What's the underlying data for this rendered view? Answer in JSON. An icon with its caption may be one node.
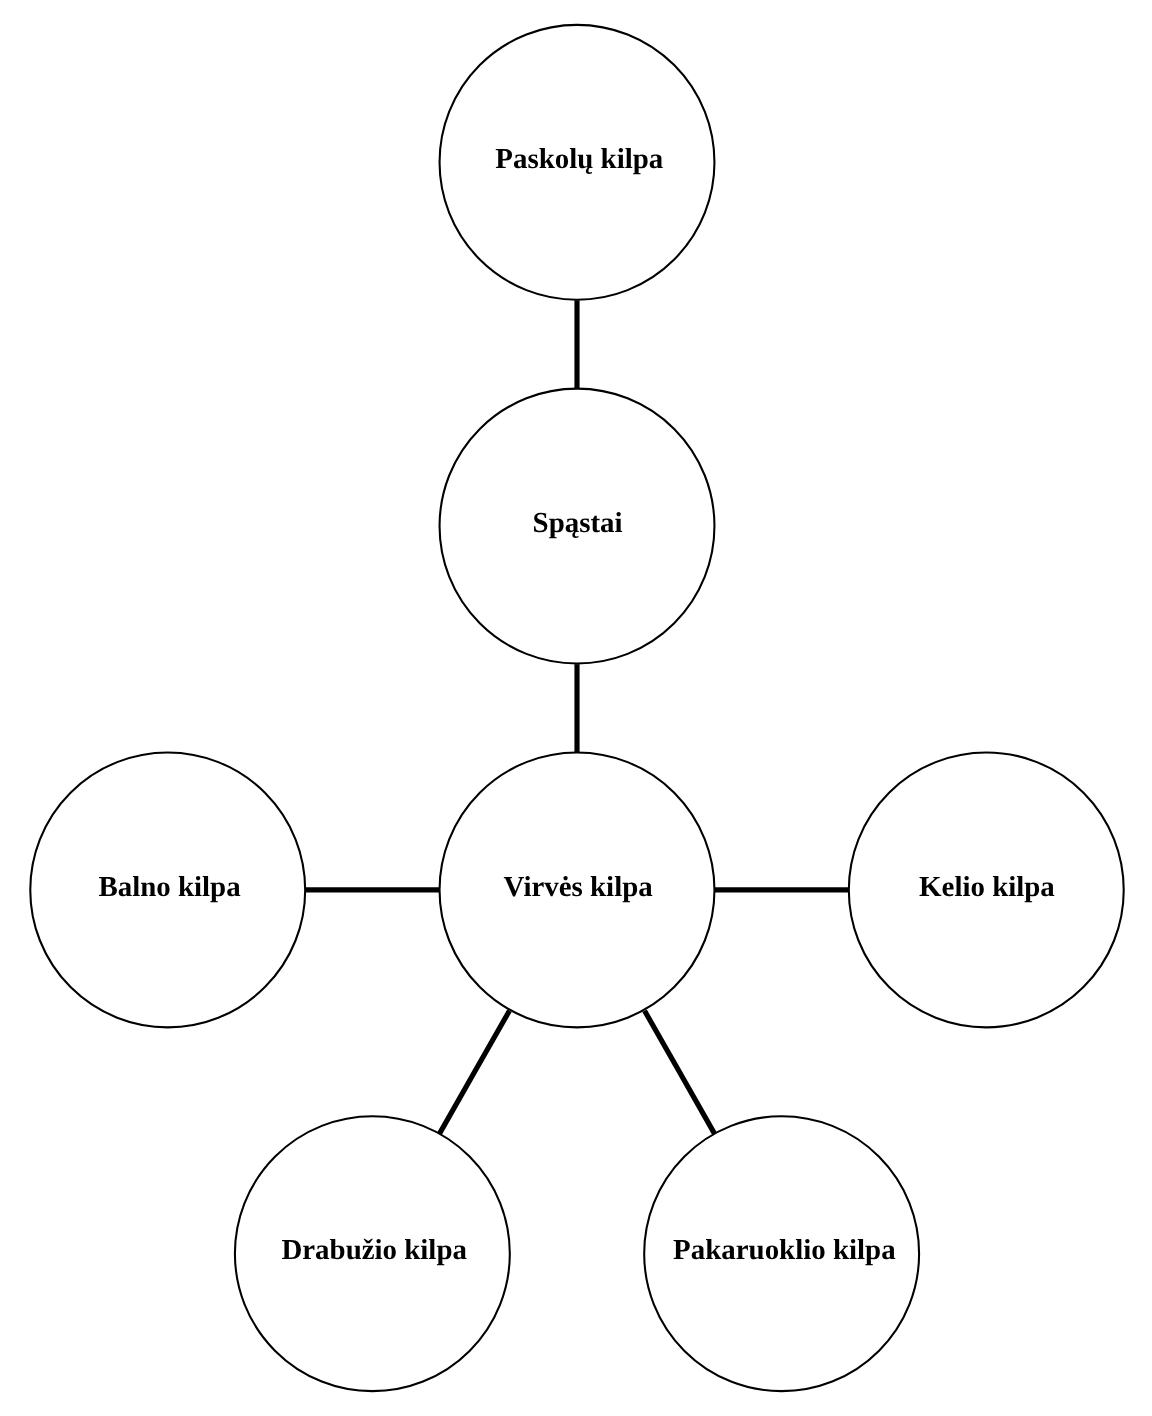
{
  "diagram": {
    "nodes": [
      {
        "text": [
          "Paskolų kilpa"
        ]
      },
      {
        "text": [
          "Spąstai"
        ]
      },
      {
        "text": [
          "Balno kilpa"
        ]
      },
      {
        "text": [
          "Kelio kilpa"
        ]
      },
      {
        "text": [
          "Virvės kilpa"
        ]
      },
      {
        "text": [
          "Drabužio kilpa"
        ]
      },
      {
        "text": [
          "Pakaruoklio kilpa"
        ]
      }
    ],
    "edges": [
      {
        "from": 0,
        "to": 1,
        "arrow": "none"
      },
      {
        "from": 1,
        "to": 4,
        "arrow": "none"
      },
      {
        "from": 2,
        "to": 4,
        "arrow": "none"
      },
      {
        "from": 4,
        "to": 3,
        "arrow": "none"
      },
      {
        "from": 4,
        "to": 5,
        "arrow": "none"
      },
      {
        "from": 4,
        "to": 6,
        "arrow": "none"
      }
    ]
  }
}
